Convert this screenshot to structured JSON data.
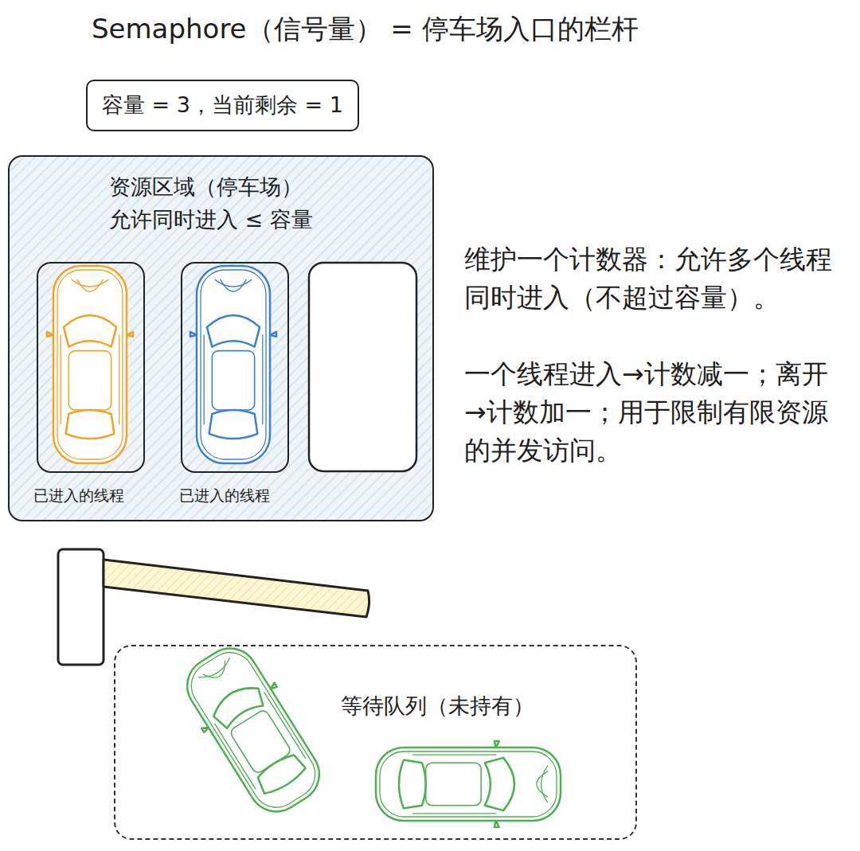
{
  "diagram": {
    "title": "Semaphore（信号量） = 停车场入口的栏杆",
    "nodes": [
      {
        "text": [
          "容量 = 3，当前剩余 = 1"
        ]
      },
      {
        "text": [
          "资源区域（停车场）",
          "允许同时进入 ≤ 容量"
        ]
      },
      {
        "text": [
          "已进入的线程"
        ],
        "in": 1
      },
      {
        "text": [
          "已进入的线程"
        ],
        "in": 1
      },
      {
        "text": [
          "等待队列（未持有）"
        ]
      }
    ],
    "labels": [
      "维护一个计数器：允许多个线程同时进入（不超过容量）。",
      "一个线程进入→计数减一；离开→计数加一；用于限制有限资源的并发访问。"
    ]
  }
}
